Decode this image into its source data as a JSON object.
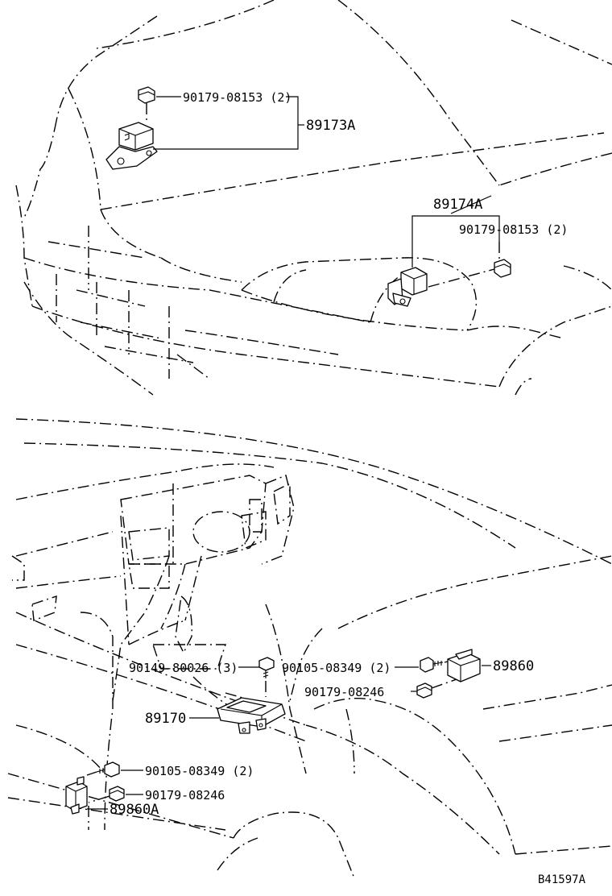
{
  "labels": {
    "top_bolt": "90179-08153 (2)",
    "top_sensor": "89173A",
    "right_sensor": "89174A",
    "right_nut": "90179-08153 (2)",
    "center_bolt": "90149-80026 (3)",
    "right_bolt": "90105-08349 (2)",
    "right_nut2": "90179-08246",
    "right_unit": "89860",
    "center_unit": "89170",
    "left_bolt": "90105-08349 (2)",
    "left_nut": "90179-08246",
    "left_unit": "89860A"
  },
  "figure_code": "B41597A"
}
